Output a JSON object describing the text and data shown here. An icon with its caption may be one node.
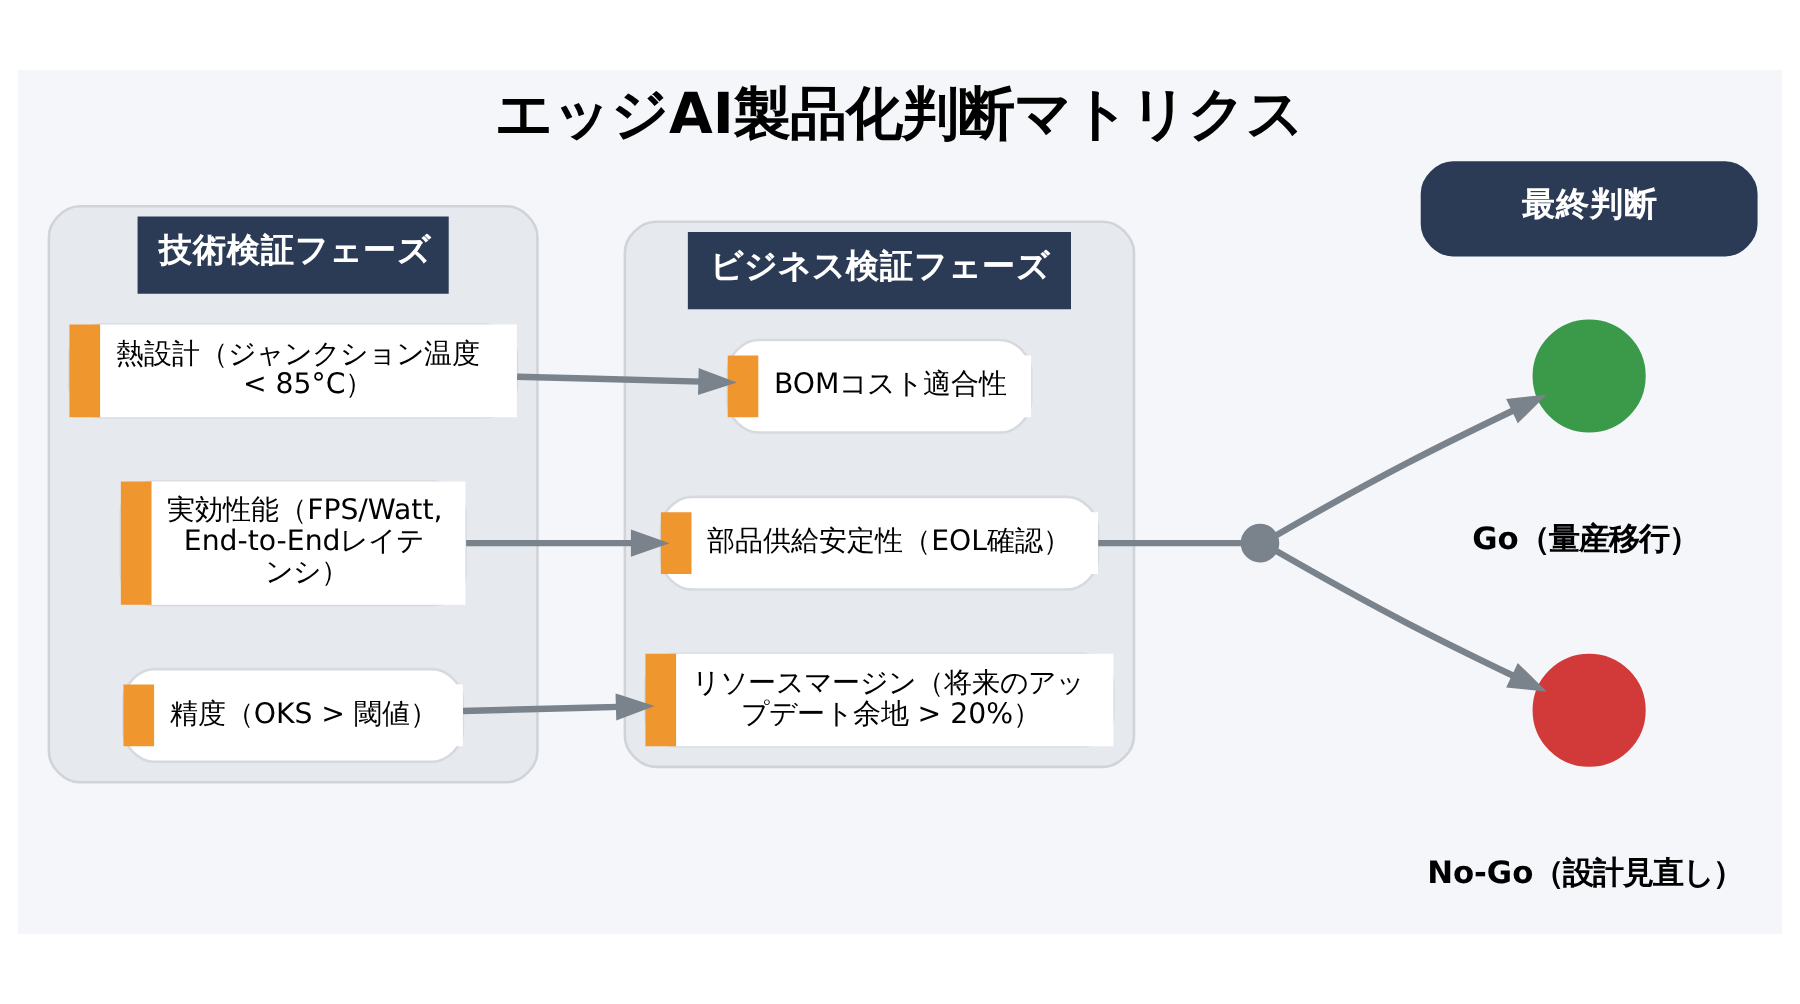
{
  "diagram": {
    "title": "エッジAI製品化判断マトリクス",
    "nodes": [
      {
        "text": [
          "技術検証フェーズ"
        ]
      },
      {
        "text": [
          "熱設計（ジャンクション温度 < 85°C）"
        ],
        "in": 0
      },
      {
        "text": [
          "実効性能（FPS/Watt, End-to-Endレイテンシ）"
        ],
        "in": 0
      },
      {
        "text": [
          "精度（OKS > 閾値）"
        ],
        "in": 0
      },
      {
        "text": [
          "ビジネス検証フェーズ"
        ]
      },
      {
        "text": [
          "BOMコスト適合性"
        ],
        "in": 4
      },
      {
        "text": [
          "部品供給安定性（EOL確認）"
        ],
        "in": 4
      },
      {
        "text": [
          "リソースマージン（将来のアップデート余地 > 20%）"
        ],
        "in": 4
      },
      {
        "text": [
          "最終判断"
        ]
      },
      {
        "text": [],
        "shape": "circle"
      },
      {
        "text": [],
        "shape": "circle",
        "beside": [
          "Go（量産移行）"
        ]
      },
      {
        "text": [],
        "shape": "circle",
        "beside": [
          "No-Go（設計見直し）"
        ]
      }
    ],
    "edges": [
      {
        "from": 1,
        "to": 5,
        "arrow": "to"
      },
      {
        "from": 2,
        "to": 6,
        "arrow": "to"
      },
      {
        "from": 3,
        "to": 7,
        "arrow": "to"
      },
      {
        "from": 6,
        "to": 9,
        "arrow": "none"
      },
      {
        "from": 9,
        "to": 10,
        "arrow": "to"
      },
      {
        "from": 9,
        "to": 11,
        "arrow": "to"
      }
    ]
  }
}
